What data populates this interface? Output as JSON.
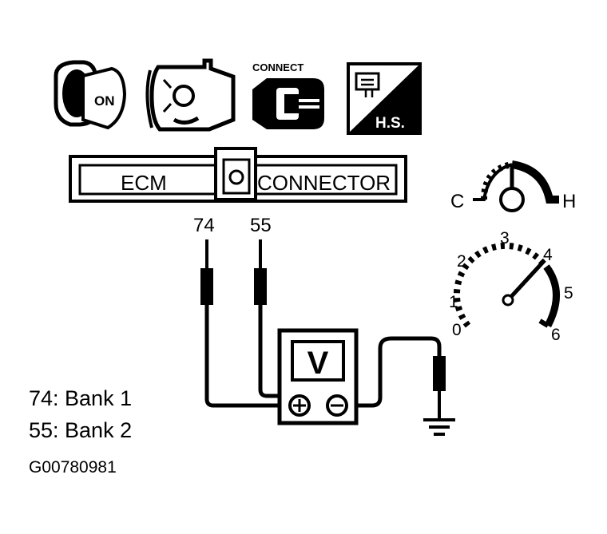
{
  "icons": {
    "ignition_key": {
      "icon": "ignition-key-icon",
      "label": "ON"
    },
    "engine": {
      "icon": "engine-running-icon"
    },
    "connector": {
      "icon": "connect-connector-icon",
      "label": "CONNECT"
    },
    "hot_start": {
      "icon": "hot-start-icon",
      "label": "H.S."
    }
  },
  "ecm_connector": {
    "left_label": "ECM",
    "right_label": "CONNECTOR",
    "terminals": [
      "74",
      "55"
    ]
  },
  "temp_gauge": {
    "cold_label": "C",
    "hot_label": "H"
  },
  "tach_gauge": {
    "scale_labels": [
      "0",
      "1",
      "2",
      "3",
      "4",
      "5",
      "6"
    ]
  },
  "voltmeter": {
    "display": "V",
    "positive_symbol": "+",
    "negative_symbol": "−"
  },
  "legend": {
    "line1": "74: Bank 1",
    "line2": "55: Bank 2"
  },
  "figure_code": "G00780981"
}
